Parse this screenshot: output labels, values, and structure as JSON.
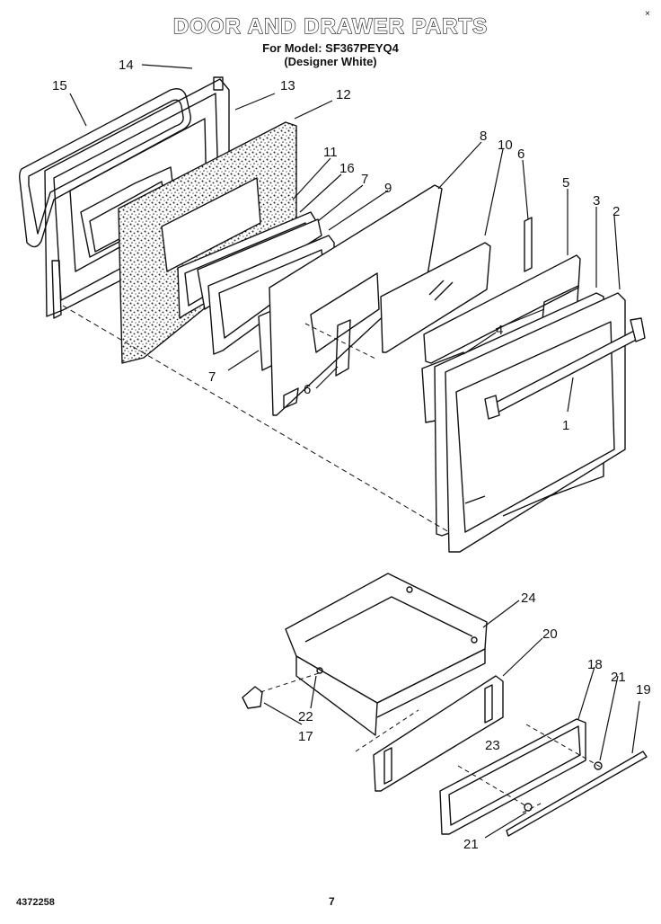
{
  "header": {
    "title": "DOOR AND DRAWER PARTS",
    "model_line": "For Model: SF367PEYQ4",
    "color_line": "(Designer White)"
  },
  "corner_mark": "×",
  "footer": {
    "doc_number": "4372258",
    "page_number": "7"
  },
  "callouts": [
    "14",
    "15",
    "13",
    "12",
    "11",
    "16",
    "7",
    "9",
    "8",
    "10",
    "6",
    "5",
    "3",
    "2",
    "4",
    "1",
    "7",
    "6",
    "24",
    "20",
    "18",
    "21",
    "19",
    "22",
    "17",
    "23",
    "21"
  ]
}
